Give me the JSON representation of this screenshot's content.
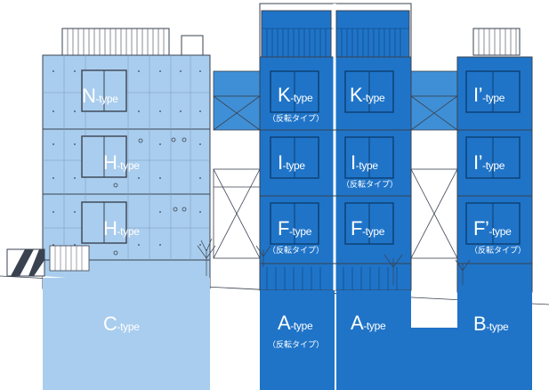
{
  "units": [
    {
      "id": "n",
      "letter": "N",
      "suffix": "-type",
      "note": ""
    },
    {
      "id": "h1",
      "letter": "H",
      "suffix": "-type",
      "note": ""
    },
    {
      "id": "h2",
      "letter": "H",
      "suffix": "-type",
      "note": ""
    },
    {
      "id": "c",
      "letter": "C",
      "suffix": "-type",
      "note": ""
    },
    {
      "id": "k1",
      "letter": "K",
      "suffix": "-type",
      "note": "（反転タイプ）"
    },
    {
      "id": "k2",
      "letter": "K",
      "suffix": "-type",
      "note": ""
    },
    {
      "id": "i1",
      "letter": "I",
      "suffix": "-type",
      "note": ""
    },
    {
      "id": "i2",
      "letter": "I",
      "suffix": "-type",
      "note": "（反転タイプ）"
    },
    {
      "id": "f1",
      "letter": "F",
      "suffix": "-type",
      "note": "（反転タイプ）"
    },
    {
      "id": "f2",
      "letter": "F",
      "suffix": "-type",
      "note": ""
    },
    {
      "id": "a1",
      "letter": "A",
      "suffix": "-type",
      "note": "（反転タイプ）"
    },
    {
      "id": "a2",
      "letter": "A",
      "suffix": "-type",
      "note": ""
    },
    {
      "id": "ip1",
      "letter": "I’",
      "suffix": "-type",
      "note": ""
    },
    {
      "id": "ip2",
      "letter": "I’",
      "suffix": "-type",
      "note": ""
    },
    {
      "id": "fp",
      "letter": "F’",
      "suffix": "-type",
      "note": "（反転タイプ）"
    },
    {
      "id": "b",
      "letter": "B",
      "suffix": "-type",
      "note": ""
    }
  ],
  "colors": {
    "light_blue": "#a9cdee",
    "mid_blue": "#3f8fd6",
    "dark_blue": "#1f74c8",
    "line": "#3a4250"
  }
}
